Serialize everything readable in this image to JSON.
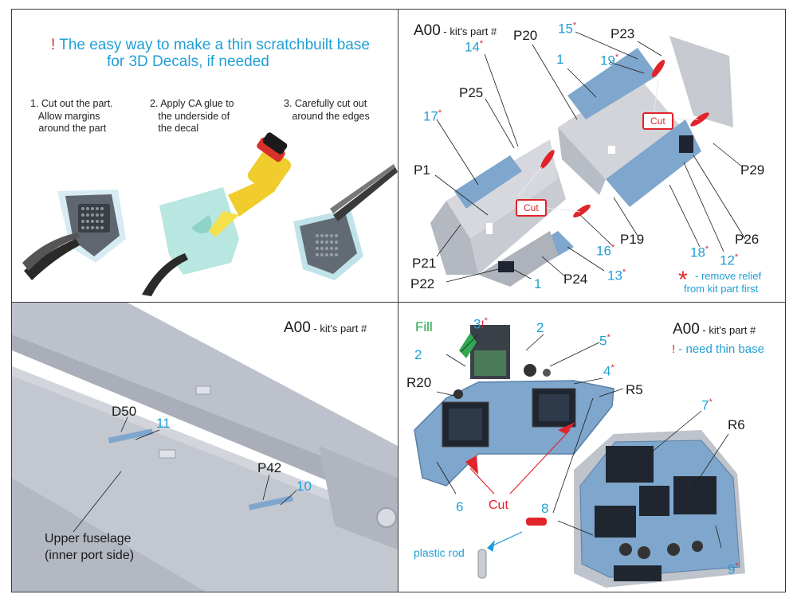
{
  "panel1": {
    "exclaim": "!",
    "title_line1": "The easy way to make a thin scratchbuilt base",
    "title_line2": "for 3D Decals, if needed",
    "step1": "1. Cut out the part.\n   Allow margins\n   around the part",
    "step2": "2. Apply CA glue to\n   the underside of\n   the decal",
    "step3": "3. Carefully cut out\n   around the edges"
  },
  "panel2": {
    "part_code": "A00",
    "part_suffix": " - kit's part #",
    "labels": {
      "p20": "P20",
      "p23": "P23",
      "p25": "P25",
      "p1": "P1",
      "p21": "P21",
      "p22": "P22",
      "p24": "P24",
      "p19": "P19",
      "p26": "P26",
      "p29": "P29"
    },
    "numbers": {
      "n14": "14",
      "n15": "15",
      "n1a": "1",
      "n19": "19",
      "n17": "17",
      "n16": "16",
      "n13": "13",
      "n1b": "1",
      "n18": "18",
      "n12": "12"
    },
    "cut": "Cut",
    "asterisk": "*",
    "note_line1": "- remove relief",
    "note_line2": "from kit part first"
  },
  "panel3": {
    "part_code": "A00",
    "part_suffix": " - kit's part #",
    "d50": "D50",
    "n11": "11",
    "p42": "P42",
    "n10": "10",
    "caption_line1": "Upper fuselage",
    "caption_line2": "(inner port side)"
  },
  "panel4": {
    "part_code": "A00",
    "part_suffix": " - kit's part #",
    "exclaim": "!",
    "need_base": " - need thin base",
    "fill": "Fill",
    "n3": "3",
    "n2a": "2",
    "n2b": "2",
    "n5": "5",
    "n4": "4",
    "r20": "R20",
    "r5": "R5",
    "n7": "7",
    "r6": "R6",
    "n6": "6",
    "cut": "Cut",
    "n8": "8",
    "n9": "9",
    "plastic_rod": "plastic rod"
  },
  "colors": {
    "cyan": "#1f9fd6",
    "red": "#e0242a",
    "green": "#24a84b",
    "panel_blue": "#7ea6cc",
    "grey_plastic": "#c9ccd4"
  }
}
